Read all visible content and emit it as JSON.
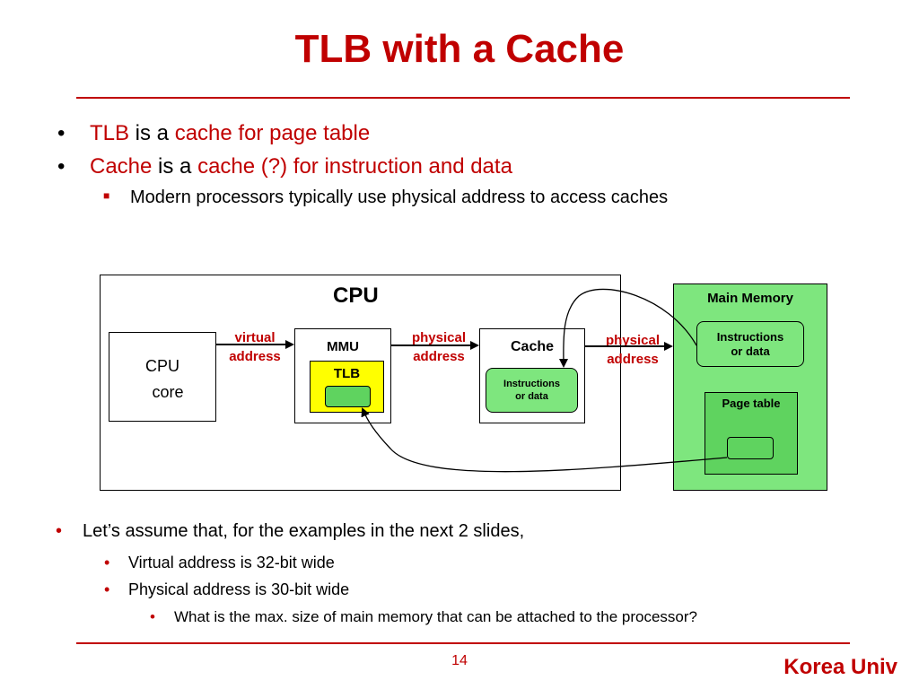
{
  "slide": {
    "title": "TLB with a Cache",
    "bullets_top": {
      "b1_a": "TLB",
      "b1_b": " is a ",
      "b1_c": "cache for page table",
      "b2_a": "Cache",
      "b2_b": " is a ",
      "b2_c": "cache (?) for instruction and data",
      "sub1": "Modern processors typically use physical address to access caches"
    },
    "diagram": {
      "cpu_label": "CPU",
      "cpu_core_line1": "CPU",
      "cpu_core_line2": "core",
      "virtual_line1": "virtual",
      "virtual_line2": "address",
      "mmu_label": "MMU",
      "tlb_label": "TLB",
      "phys1_line1": "physical",
      "phys1_line2": "address",
      "cache_label": "Cache",
      "cache_inner_line1": "Instructions",
      "cache_inner_line2": "or data",
      "phys2_line1": "physical",
      "phys2_line2": "address",
      "main_memory_label": "Main Memory",
      "mm_inner_line1": "Instructions",
      "mm_inner_line2": "or data",
      "page_table_label": "Page table"
    },
    "bullets_bottom": {
      "l1": "Let’s assume that, for the examples in the next 2 slides,",
      "l2a": "Virtual address is 32-bit wide",
      "l2b": "Physical address is 30-bit wide",
      "l3": "What is the max. size of main memory that can be attached to the processor?"
    },
    "page_number": "14",
    "logo_text": "Korea Univ"
  }
}
